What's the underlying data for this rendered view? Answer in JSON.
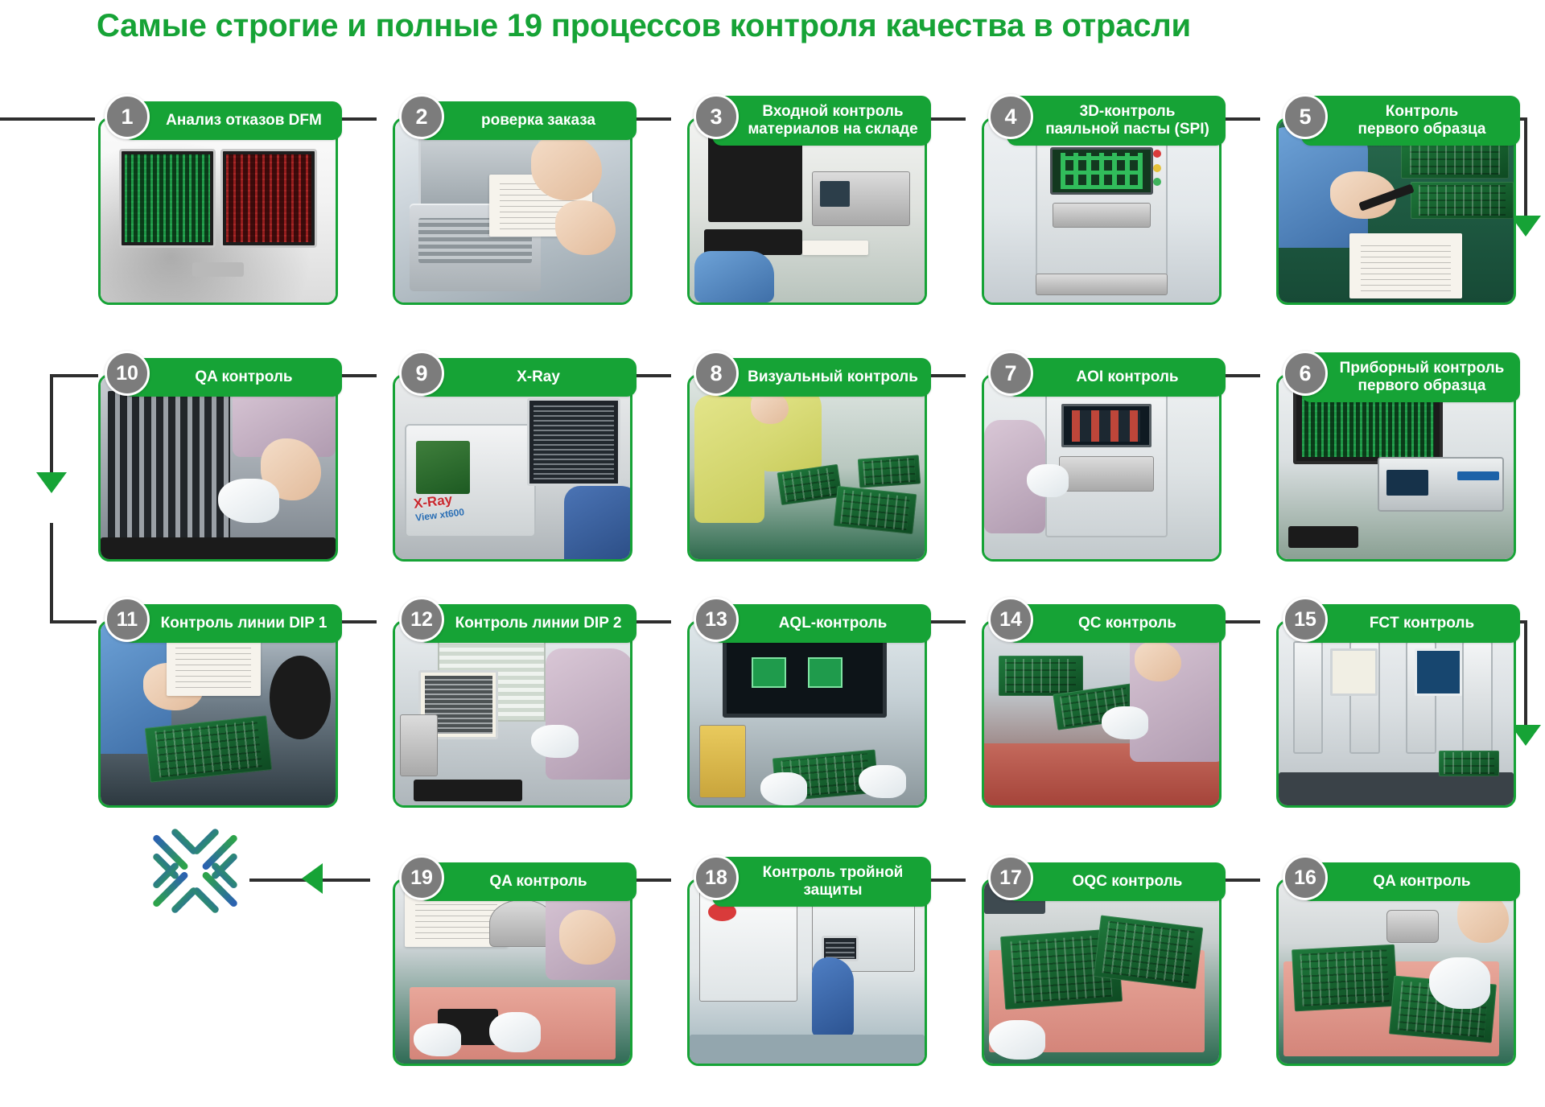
{
  "header": {
    "title": "Самые строгие и полные 19 процессов контроля качества в отрасли",
    "title_color": "#16a336"
  },
  "colors": {
    "accent_green": "#16a336",
    "badge_grey": "#7c7c7c",
    "connector": "#2e2e2e",
    "logo_blue": "#2b62b0",
    "logo_green": "#2da34a"
  },
  "logo": {
    "name": "company-logo-x"
  },
  "flow": {
    "rows": [
      {
        "row": 1,
        "direction": "left-to-right",
        "steps": [
          1,
          2,
          3,
          4,
          5
        ]
      },
      {
        "row": 2,
        "direction": "right-to-left",
        "steps": [
          6,
          7,
          8,
          9,
          10
        ]
      },
      {
        "row": 3,
        "direction": "left-to-right",
        "steps": [
          11,
          12,
          13,
          14,
          15
        ]
      },
      {
        "row": 4,
        "direction": "right-to-left",
        "steps": [
          16,
          17,
          18,
          19
        ]
      }
    ]
  },
  "steps": [
    {
      "number": "1",
      "label": "Анализ отказов DFM",
      "lines": [
        "Анализ отказов DFM"
      ],
      "photo": "dfm-workstation-monitors"
    },
    {
      "number": "2",
      "label": "роверка заказа",
      "lines": [
        "роверка заказа"
      ],
      "photo": "order-review-laptop-hands"
    },
    {
      "number": "3",
      "label": "Входной контроль материалов на складе",
      "lines": [
        "Входной контроль",
        "материалов на складе"
      ],
      "photo": "incoming-material-inspection"
    },
    {
      "number": "4",
      "label": "3D-контроль паяльной пасты (SPI)",
      "lines": [
        "3D-контроль",
        "паяльной пасты (SPI)"
      ],
      "photo": "spi-machine"
    },
    {
      "number": "5",
      "label": "Контроль первого образца",
      "lines": [
        "Контроль",
        "первого образца"
      ],
      "photo": "first-article-inspection"
    },
    {
      "number": "6",
      "label": "Приборный контроль первого образца",
      "lines": [
        "Приборный контроль",
        "первого образца"
      ],
      "photo": "instrument-first-article"
    },
    {
      "number": "7",
      "label": "AOI контроль",
      "lines": [
        "AOI контроль"
      ],
      "photo": "aoi-machine"
    },
    {
      "number": "8",
      "label": "Визуальный контроль",
      "lines": [
        "Визуальный контроль"
      ],
      "photo": "visual-inspection-line"
    },
    {
      "number": "9",
      "label": "X-Ray",
      "lines": [
        "X-Ray"
      ],
      "photo": "xray-machine"
    },
    {
      "number": "10",
      "label": "QA контроль",
      "lines": [
        "QA контроль"
      ],
      "photo": "qa-rack-inspection"
    },
    {
      "number": "11",
      "label": "Контроль линии DIP 1",
      "lines": [
        "Контроль линии DIP 1"
      ],
      "photo": "dip-line-1"
    },
    {
      "number": "12",
      "label": "Контроль линии DIP 2",
      "lines": [
        "Контроль линии DIP 2"
      ],
      "photo": "dip-line-2"
    },
    {
      "number": "13",
      "label": "AQL-контроль",
      "lines": [
        "AQL-контроль"
      ],
      "photo": "aql-inspection"
    },
    {
      "number": "14",
      "label": "QC контроль",
      "lines": [
        "QC контроль"
      ],
      "photo": "qc-inspection"
    },
    {
      "number": "15",
      "label": "FCT контроль",
      "lines": [
        "FCT контроль"
      ],
      "photo": "fct-test-station"
    },
    {
      "number": "16",
      "label": "QA контроль",
      "lines": [
        "QA контроль"
      ],
      "photo": "qa-boards-bench"
    },
    {
      "number": "17",
      "label": "OQC контроль",
      "lines": [
        "OQC контроль"
      ],
      "photo": "oqc-boards-bench"
    },
    {
      "number": "18",
      "label": "Контроль тройной защиты",
      "lines": [
        "Контроль тройной",
        "защиты"
      ],
      "photo": "conformal-coating-inspection"
    },
    {
      "number": "19",
      "label": "QA контроль",
      "lines": [
        "QA контроль"
      ],
      "photo": "qa-meter-test"
    }
  ],
  "xray_machine_text": {
    "brand": "X-Ray",
    "model": "View xt600"
  }
}
